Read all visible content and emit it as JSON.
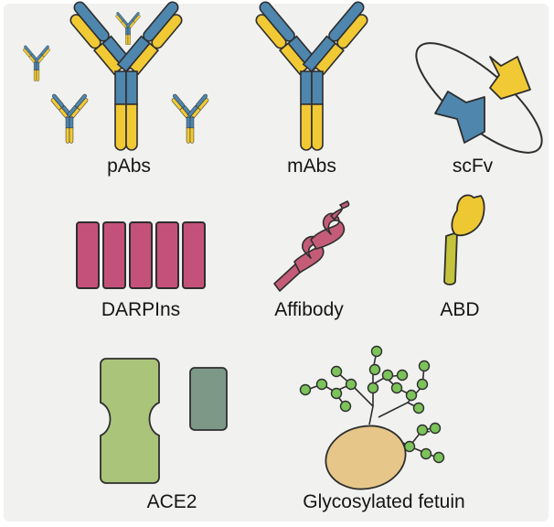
{
  "labels": {
    "pabs": "pAbs",
    "mabs": "mAbs",
    "scfv": "scFv",
    "darpins": "DARPIns",
    "affibody": "Affibody",
    "abd": "ABD",
    "ace2": "ACE2",
    "fetuin": "Glycosylated fetuin"
  },
  "colors": {
    "heavy_chain": "#4e86ae",
    "light_chain": "#f1c935",
    "darpin": "#c4517a",
    "affibody": "#c45c78",
    "abd_head": "#eec833",
    "abd_stem": "#c4c33c",
    "ace2_large": "#aac47a",
    "ace2_small": "#7e9888",
    "fetuin_body": "#e6c789",
    "glycan": "#7cc35a",
    "outline": "#2e2e2e"
  }
}
